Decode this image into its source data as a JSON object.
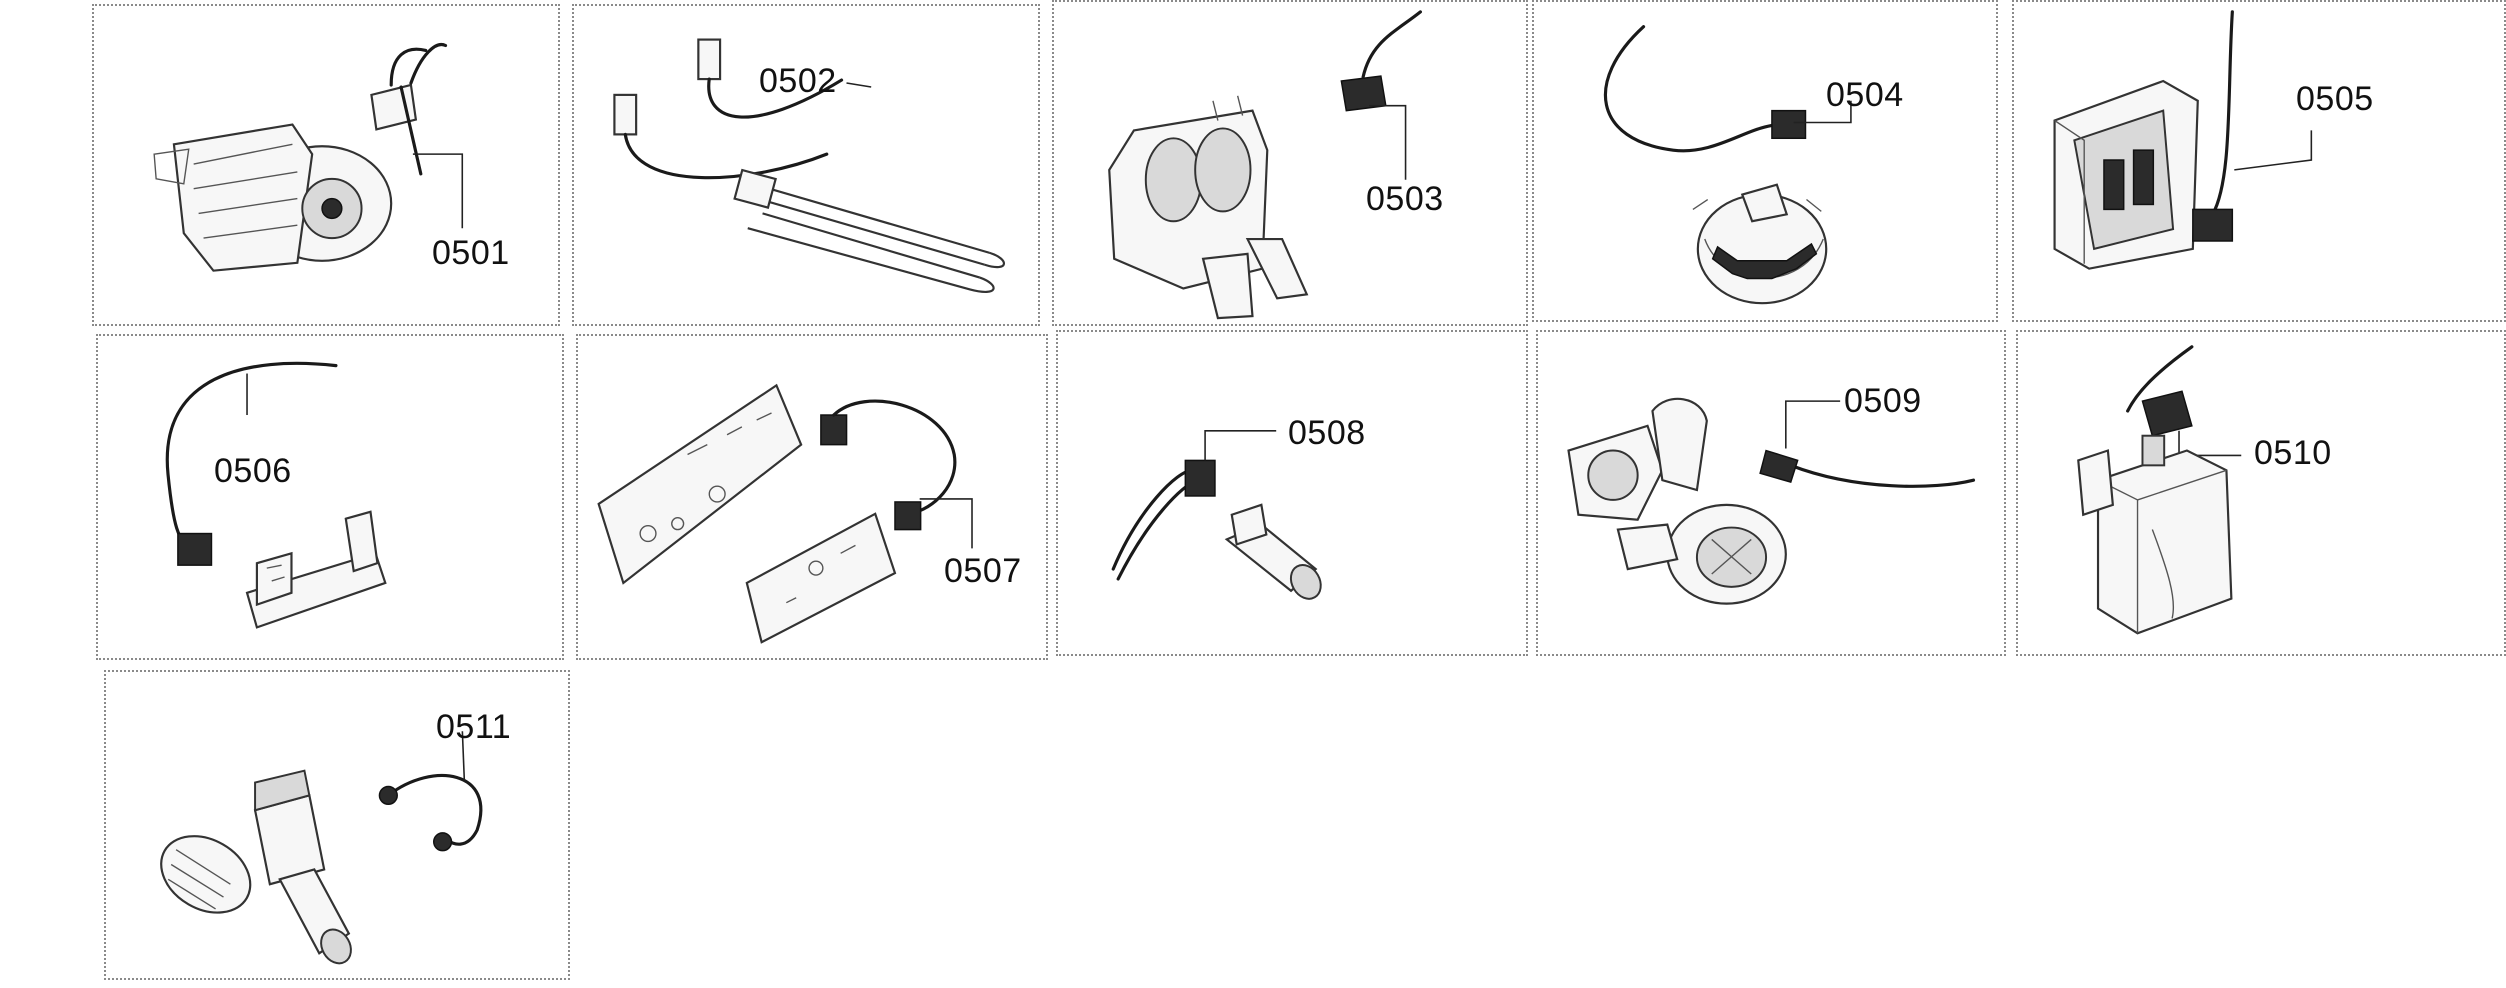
{
  "diagram": {
    "parts": [
      {
        "number": "0501"
      },
      {
        "number": "0502"
      },
      {
        "number": "0503"
      },
      {
        "number": "0504"
      },
      {
        "number": "0505"
      },
      {
        "number": "0506"
      },
      {
        "number": "0507"
      },
      {
        "number": "0508"
      },
      {
        "number": "0509"
      },
      {
        "number": "0510"
      },
      {
        "number": "0511"
      }
    ]
  }
}
